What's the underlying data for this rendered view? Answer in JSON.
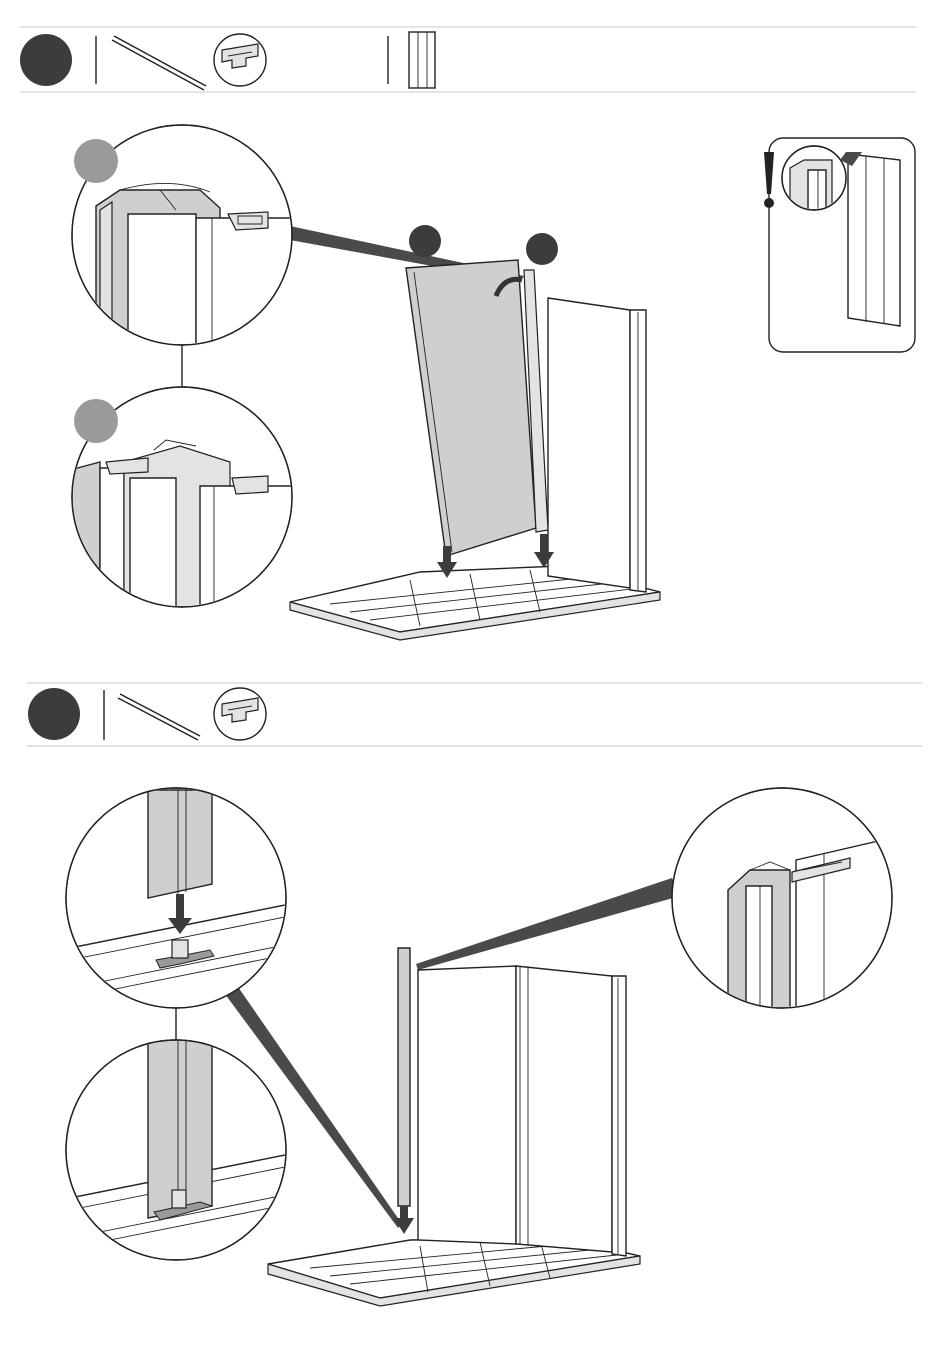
{
  "steps": [
    {
      "header_parts": [
        "connector-profile",
        "wall-panel-triple"
      ],
      "callout_badges": 2,
      "sequence_badges": 2
    },
    {
      "header_parts": [
        "connector-profile"
      ]
    }
  ],
  "warning": {
    "icon": "exclamation-icon"
  },
  "colors": {
    "step_badge": "#3c3c3c",
    "callout_badge": "#9a9a9a",
    "panel_fill": "#cfcfcf",
    "line": "#222222",
    "pointer": "#4a4a4a"
  }
}
